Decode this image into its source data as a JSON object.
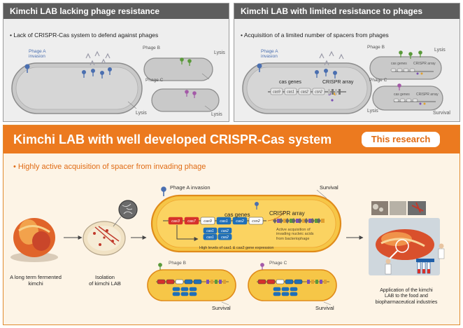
{
  "panel1": {
    "title": "Kimchi LAB lacking phage resistance",
    "bullet": "• Lack of CRISPR-Cas system to defend against  phages",
    "phage_a": "Phage A\ninvasion",
    "phage_b": "Phage B",
    "phage_c": "Phage C",
    "lysis": "Lysis"
  },
  "panel2": {
    "title": "Kimchi LAB with limited resistance to phages",
    "bullet": "• Acquisition of a limited number of spacers from phages",
    "phage_a": "Phage A\ninvasion",
    "phage_b": "Phage B",
    "phage_c": "Phage C",
    "cas_genes": "cas genes",
    "crispr_array": "CRISPR array",
    "genes": [
      "cas9",
      "cas1",
      "cas2",
      "csn2"
    ],
    "lysis": "Lysis",
    "survival": "Survival"
  },
  "panel3": {
    "title": "Kimchi LAB with well developed CRISPR-Cas system",
    "tag": "This research",
    "bullet": "• Highly active acquisition of spacer from invading phage",
    "phage_a": "Phage A invasion",
    "phage_b": "Phage B",
    "phage_c": "Phage C",
    "survival": "Survival",
    "cas_genes": "cas genes",
    "crispr_array": "CRISPR array",
    "genes_top": [
      "cas3",
      "cas7",
      "cas9",
      "cas1",
      "cas2",
      "csn2"
    ],
    "genes_low": [
      "cas1",
      "cas2",
      "cas1",
      "cas2",
      "cas1",
      "cas2"
    ],
    "active_note": "Active acquisition of\ninvading nucleic acids\nfrom bacteriophage",
    "expression_note": "High levels of cas1 & cas2 gene expression",
    "kimchi_label": "A long term fermented\nkimchi",
    "isolation_label": "Isolation\nof kimchi LAB",
    "application_label": "Application of the kimchi\nLAB to the food and\nbiopharmaceutical industries"
  },
  "colors": {
    "orange_header": "#ec7a1f",
    "grey_header": "#5d5d5d",
    "cell_grey": "#c8c8c8",
    "cell_yellow": "#f7c948",
    "gene_blue": "#1f6fb8",
    "gene_red": "#d6312b"
  }
}
